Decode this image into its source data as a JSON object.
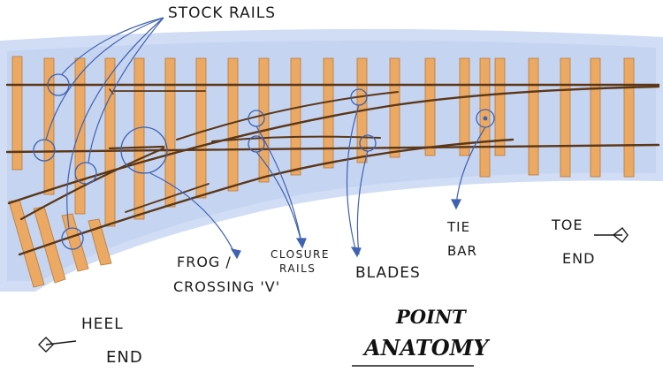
{
  "labels": {
    "stock_rails": "STOCK RAILS",
    "frog_line1": "FROG /",
    "frog_line2": "CROSSING 'V'",
    "closure_line1": "CLOSURE",
    "closure_line2": "RAILS",
    "blades": "BLADES",
    "tie_line1": "TIE",
    "tie_line2": "BAR",
    "toe_line1": "TOE",
    "toe_line2": "END",
    "heel_line1": "HEEL",
    "heel_line2": "END",
    "title_line1": "POINT",
    "title_line2": "ANATOMY"
  },
  "colors": {
    "sleeper": "#eba963",
    "sleeper_edge": "#b67a3a",
    "rail": "#5b3718",
    "wash": "#c8d7f2",
    "annotation": "#3f62b0",
    "ink": "#1a1a1a"
  }
}
